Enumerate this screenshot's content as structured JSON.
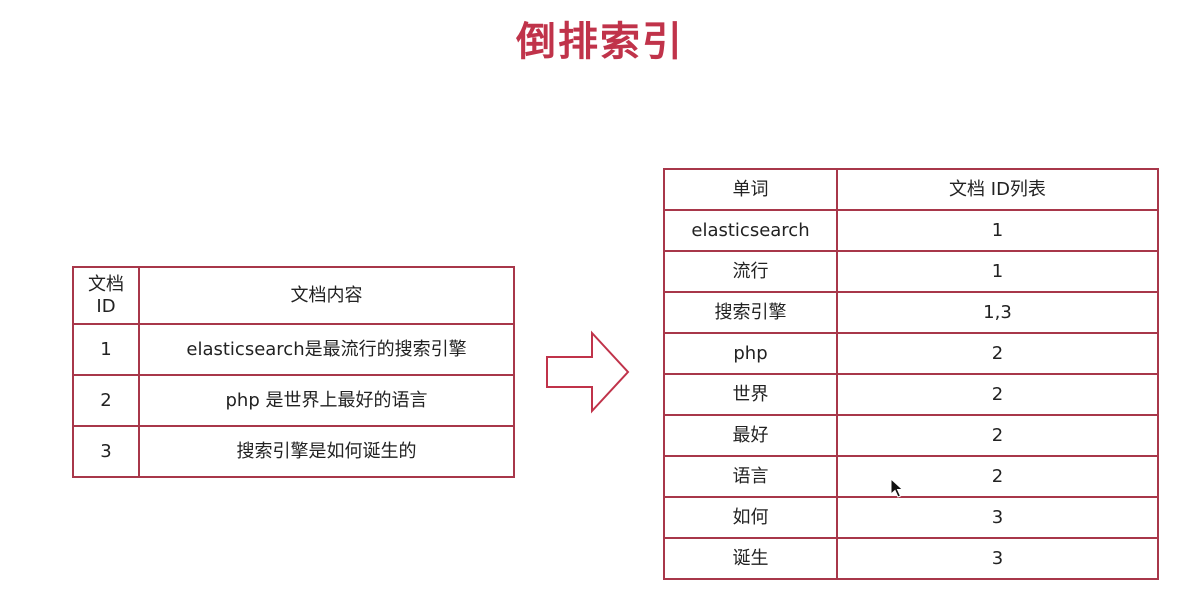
{
  "title": "倒排索引",
  "document_table": {
    "headers": {
      "id": "文档\nID",
      "content": "文档内容"
    },
    "rows": [
      {
        "id": "1",
        "content": "elasticsearch是最流行的搜索引擎"
      },
      {
        "id": "2",
        "content": "php 是世界上最好的语言"
      },
      {
        "id": "3",
        "content": "搜索引擎是如何诞生的"
      }
    ]
  },
  "inverted_table": {
    "headers": {
      "term": "单词",
      "doc_ids": "文档 ID列表"
    },
    "rows": [
      {
        "term": "elasticsearch",
        "doc_ids": "1"
      },
      {
        "term": "流行",
        "doc_ids": "1"
      },
      {
        "term": "搜索引擎",
        "doc_ids": "1,3"
      },
      {
        "term": "php",
        "doc_ids": "2"
      },
      {
        "term": "世界",
        "doc_ids": "2"
      },
      {
        "term": "最好",
        "doc_ids": "2"
      },
      {
        "term": "语言",
        "doc_ids": "2"
      },
      {
        "term": "如何",
        "doc_ids": "3"
      },
      {
        "term": "诞生",
        "doc_ids": "3"
      }
    ]
  },
  "arrow_icon": "right-arrow-outline-icon",
  "cursor_icon": "mouse-pointer-icon",
  "colors": {
    "title": "#c0334a",
    "table_border": "#a8374a",
    "arrow_stroke": "#c0334a"
  }
}
